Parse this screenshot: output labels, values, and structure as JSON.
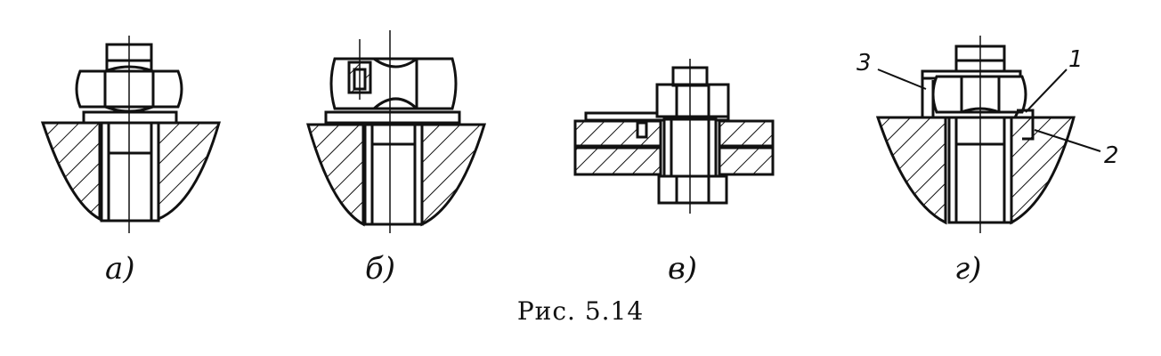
{
  "figure": {
    "caption": "Рис. 5.14",
    "panels": [
      {
        "id": "a",
        "label": "а)"
      },
      {
        "id": "b",
        "label": "б)"
      },
      {
        "id": "v",
        "label": "в)"
      },
      {
        "id": "g",
        "label": "г)"
      }
    ],
    "callouts": [
      {
        "id": "1",
        "text": "1"
      },
      {
        "id": "2",
        "text": "2"
      },
      {
        "id": "3",
        "text": "3"
      }
    ]
  }
}
